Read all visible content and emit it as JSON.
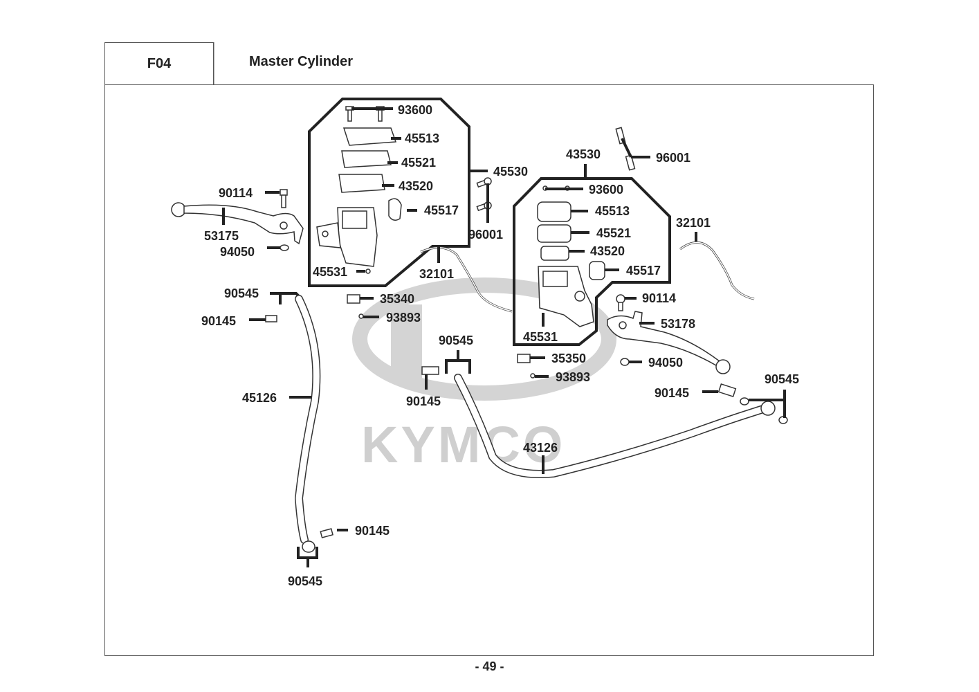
{
  "header": {
    "section_code": "F04",
    "title": "Master Cylinder"
  },
  "footer": {
    "page_number": "- 49 -"
  },
  "watermark": {
    "brand": "KYMCO"
  },
  "assemblies": {
    "left_master_cylinder": {
      "assembly_label": "45530",
      "parts": [
        "93600",
        "45513",
        "45521",
        "43520",
        "45517",
        "45531"
      ]
    },
    "right_master_cylinder": {
      "assembly_label": "43530",
      "parts": [
        "93600",
        "45513",
        "45521",
        "43520",
        "45517",
        "45531"
      ]
    }
  },
  "labels": {
    "l_93600": "93600",
    "l_45513": "45513",
    "l_45521": "45521",
    "l_43520": "43520",
    "l_45517": "45517",
    "l_45531": "45531",
    "l_45530": "45530",
    "l_96001_left": "96001",
    "l_90114_left": "90114",
    "l_53175": "53175",
    "l_94050_left": "94050",
    "l_32101_left": "32101",
    "l_90545_top_left": "90545",
    "l_90145_top_left": "90145",
    "l_35340": "35340",
    "l_93893_left": "93893",
    "l_45126": "45126",
    "l_90145_bottom": "90145",
    "l_90545_bottom": "90545",
    "l_90545_center": "90545",
    "l_90145_center": "90145",
    "l_43126": "43126",
    "r_43530": "43530",
    "r_96001": "96001",
    "r_93600": "93600",
    "r_45513": "45513",
    "r_45521": "45521",
    "r_43520": "43520",
    "r_45517": "45517",
    "r_45531": "45531",
    "r_32101": "32101",
    "r_90114": "90114",
    "r_53178": "53178",
    "r_35350": "35350",
    "r_93893": "93893",
    "r_94050": "94050",
    "r_90145": "90145",
    "r_90545": "90545"
  }
}
